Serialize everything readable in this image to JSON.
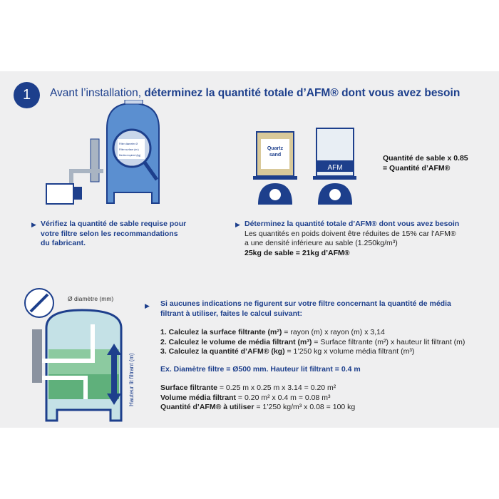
{
  "step_number": "1",
  "heading": {
    "normal": "Avant l’installation, ",
    "bold": "déterminez la quantité totale d’AFM® dont vous avez besoin"
  },
  "magnifier_lines": [
    "Filter diameter Ø",
    "Filter surface (m²)",
    "Media required (kg)"
  ],
  "sand_bag_label": [
    "Quartz",
    "sand"
  ],
  "afm_bag_label": "AFM",
  "conversion": [
    "Quantité de sable x 0.85",
    "= Quantité d’AFM®"
  ],
  "bullet_left": [
    "Vérifiez la quantité de sable requise pour",
    "votre filtre selon les recommandations",
    "du fabricant."
  ],
  "bullet_right": {
    "title": "Déterminez la quantité totale d’AFM® dont vous avez besoin",
    "lines": [
      "Les quantités en poids doivent être réduites de 15% car l’AFM®",
      "a une densité inférieure au sable (1.250kg/m³)"
    ],
    "result": "25kg de sable = 21kg d’AFM®"
  },
  "diameter_label": "Ø diamètre (mm)",
  "height_label": "Hauteur lit filtrant  (m)",
  "calc": {
    "intro": [
      "Si aucunes indications ne figurent sur votre filtre concernant la quantité de média",
      "filtrant à utiliser, faites le calcul suivant:"
    ],
    "steps": [
      {
        "b": "1. Calculez la surface filtrante (m²)",
        "r": " = rayon (m) x rayon (m) x 3,14"
      },
      {
        "b": "2. Calculez le volume de média filtrant (m³)",
        "r": " = Surface filtrante (m²) x hauteur lit filtrant (m)"
      },
      {
        "b": "3. Calculez la quantité d’AFM® (kg)",
        "r": " = 1’250 kg x volume média filtrant (m³)"
      }
    ],
    "example": "Ex.  Diamètre filtre = Ø500 mm.  Hauteur lit filtrant = 0.4 m",
    "results": [
      {
        "b": "Surface filtrante",
        "r": "  = 0.25 m x 0.25 m x 3.14 = 0.20 m²"
      },
      {
        "b": "Volume média filtrant",
        "r": " = 0.20 m² x 0.4 m =  0.08 m³"
      },
      {
        "b": "Quantité d’AFM® à utiliser",
        "r": " = 1’250 kg/m³ x 0.08 = 100 kg"
      }
    ]
  }
}
